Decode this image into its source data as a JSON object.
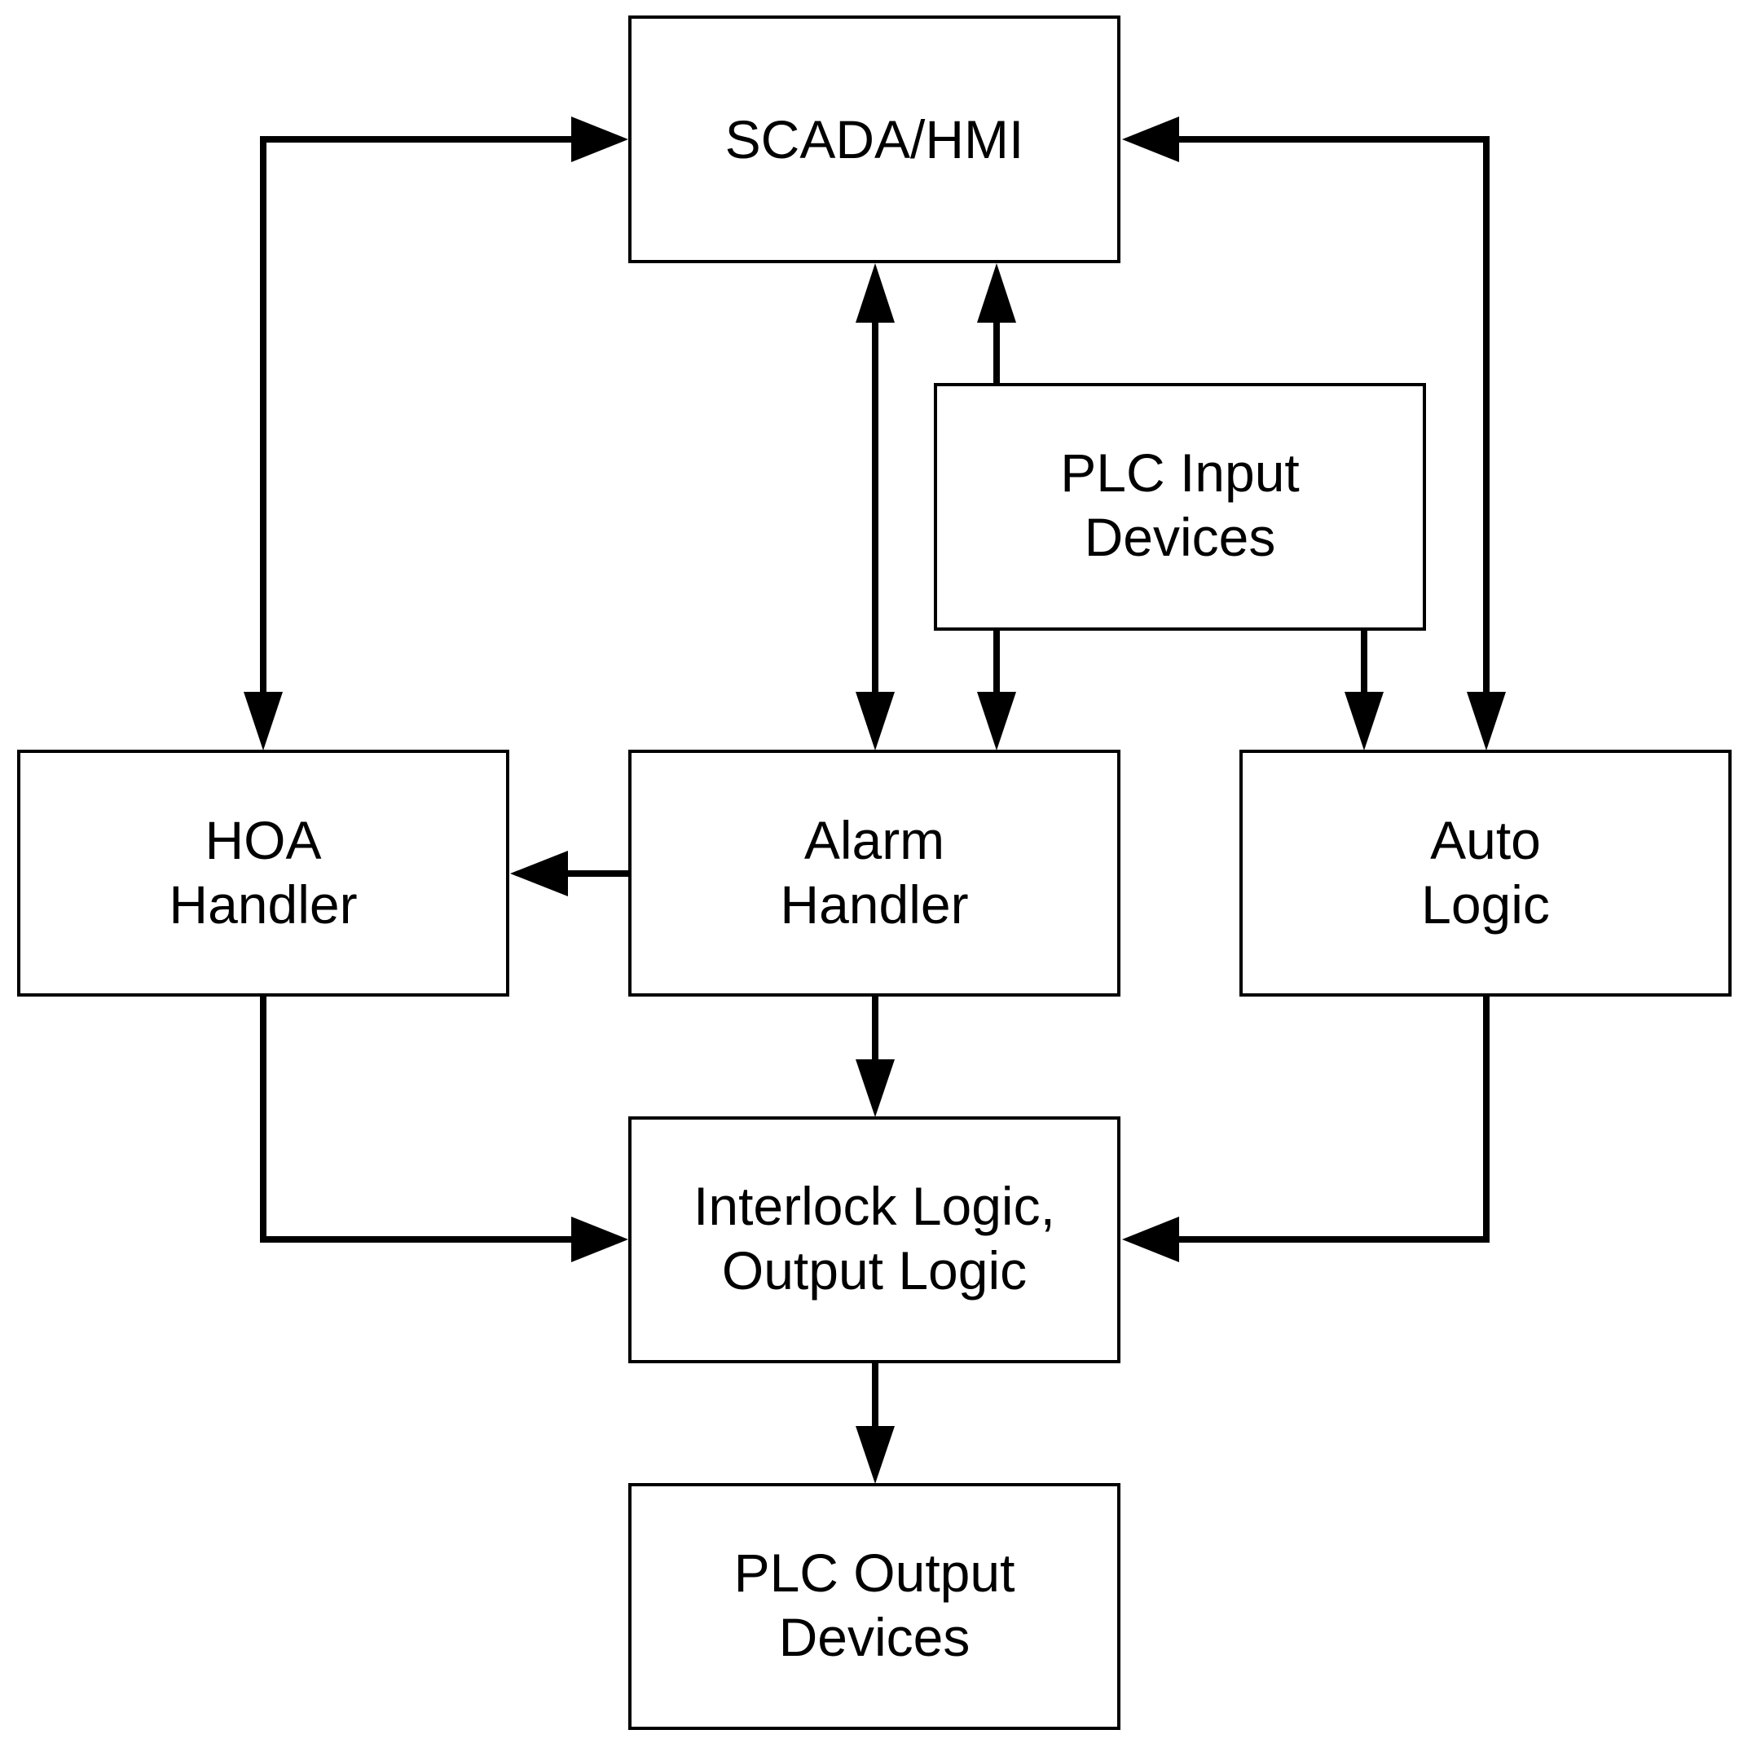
{
  "diagram": {
    "blocks": {
      "scada_hmi": {
        "lines": [
          "SCADA/HMI"
        ]
      },
      "plc_input_devices": {
        "lines": [
          "PLC Input",
          "Devices"
        ]
      },
      "hoa_handler": {
        "lines": [
          "HOA",
          "Handler"
        ]
      },
      "alarm_handler": {
        "lines": [
          "Alarm",
          "Handler"
        ]
      },
      "auto_logic": {
        "lines": [
          "Auto",
          "Logic"
        ]
      },
      "interlock_output_logic": {
        "lines": [
          "Interlock Logic,",
          "Output Logic"
        ]
      },
      "plc_output_devices": {
        "lines": [
          "PLC Output",
          "Devices"
        ]
      }
    },
    "connections": [
      {
        "from": "scada_hmi",
        "to": "hoa_handler",
        "direction": "bidirectional"
      },
      {
        "from": "scada_hmi",
        "to": "auto_logic",
        "direction": "bidirectional"
      },
      {
        "from": "scada_hmi",
        "to": "alarm_handler",
        "direction": "bidirectional"
      },
      {
        "from": "plc_input_devices",
        "to": "scada_hmi",
        "direction": "one-way"
      },
      {
        "from": "plc_input_devices",
        "to": "alarm_handler",
        "direction": "one-way"
      },
      {
        "from": "plc_input_devices",
        "to": "auto_logic",
        "direction": "one-way"
      },
      {
        "from": "alarm_handler",
        "to": "hoa_handler",
        "direction": "one-way"
      },
      {
        "from": "alarm_handler",
        "to": "interlock_output_logic",
        "direction": "one-way"
      },
      {
        "from": "hoa_handler",
        "to": "interlock_output_logic",
        "direction": "one-way"
      },
      {
        "from": "auto_logic",
        "to": "interlock_output_logic",
        "direction": "one-way"
      },
      {
        "from": "interlock_output_logic",
        "to": "plc_output_devices",
        "direction": "one-way"
      }
    ],
    "colors": {
      "stroke": "#000000",
      "background": "#ffffff"
    }
  }
}
